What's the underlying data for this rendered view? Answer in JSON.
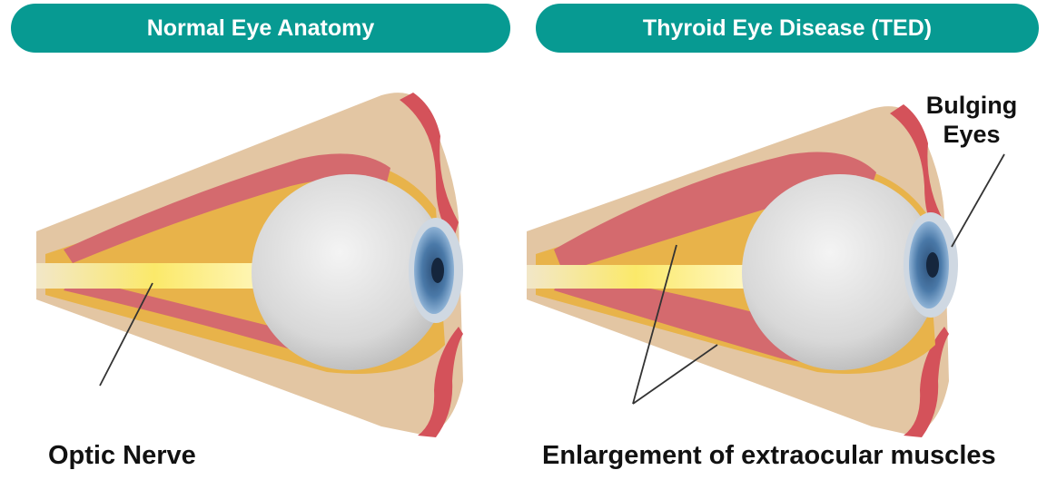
{
  "panels": {
    "left_title": "Normal Eye Anatomy",
    "right_title": "Thyroid Eye Disease (TED)"
  },
  "labels": {
    "optic_nerve": "Optic Nerve",
    "enlargement": "Enlargement of extraocular muscles",
    "bulging_line1": "Bulging",
    "bulging_line2": "Eyes"
  },
  "colors": {
    "pill": "#079a92",
    "skin": "#e3c6a3",
    "fat": "#e8b34a",
    "muscle": "#d46a6e",
    "nerve": "#f7e27a",
    "eyeball": "#dcdcdc",
    "iris": "#4a79a8"
  }
}
